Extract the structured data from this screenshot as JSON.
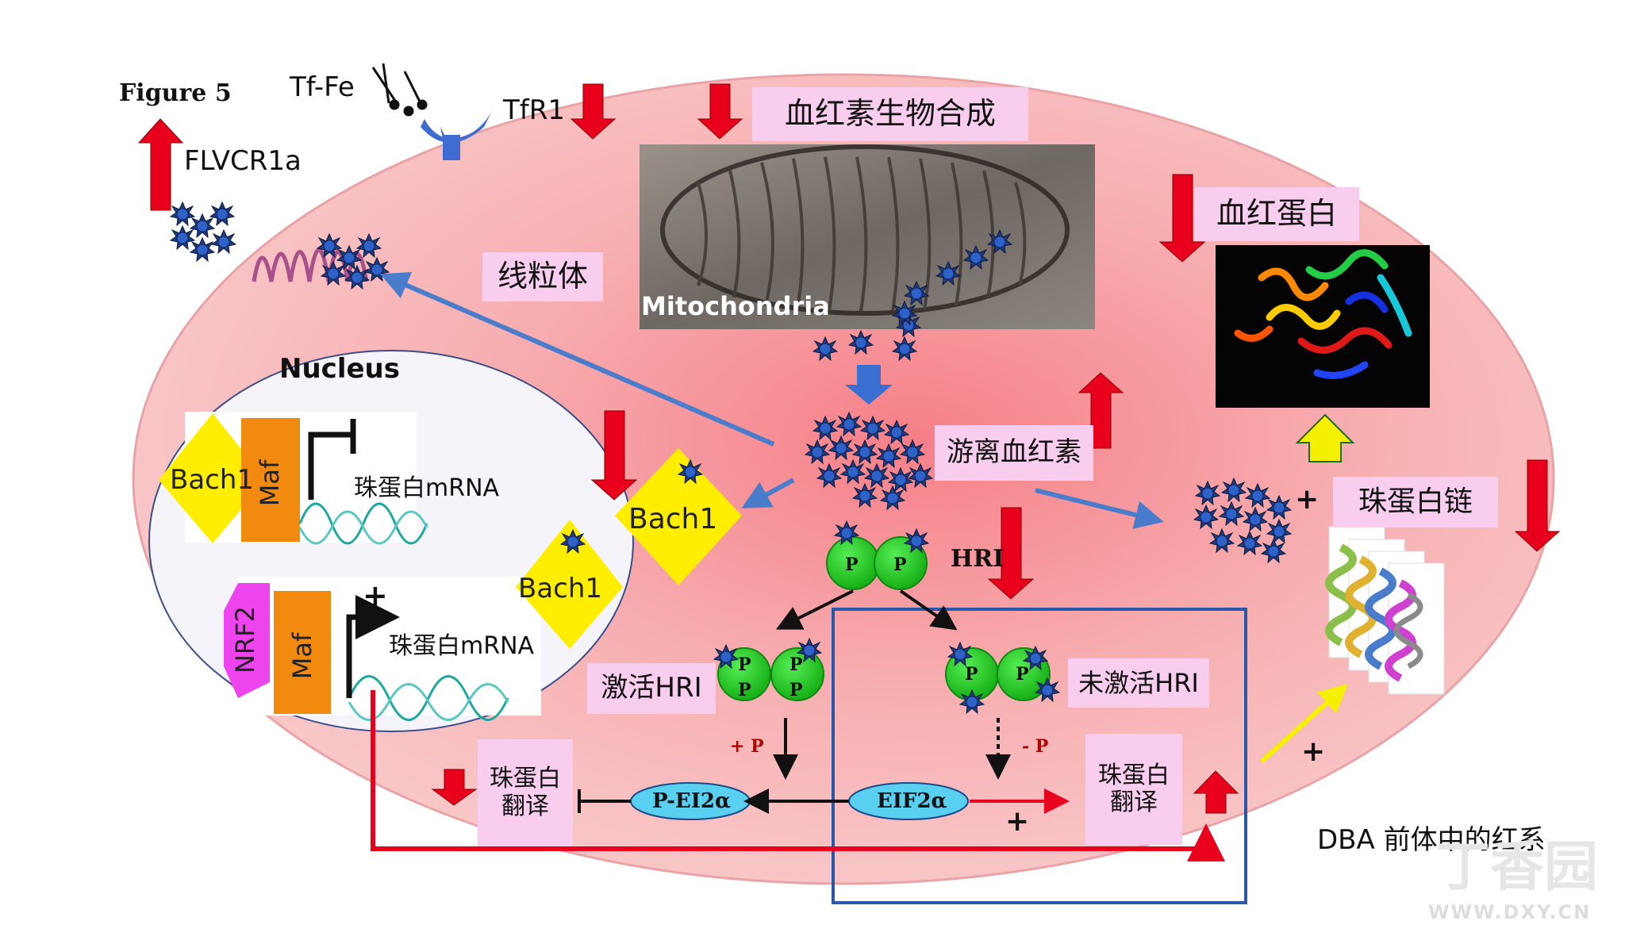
{
  "figure_label": "Figure 5",
  "transport": {
    "tf_fe": "Tf-Fe",
    "tfr1": "TfR1",
    "flvcr1a": "FLVCR1a"
  },
  "boxes": {
    "heme_synthesis": "血红素生物合成",
    "hemoglobin": "血红蛋白",
    "mitochondria_cn": "线粒体",
    "free_heme": "游离血红素",
    "globin_chain": "珠蛋白链",
    "active_hri": "激活HRI",
    "inactive_hri": "未激活HRI",
    "globin_translation_left_1": "珠蛋白",
    "globin_translation_left_2": "翻译",
    "globin_translation_right_1": "珠蛋白",
    "globin_translation_right_2": "翻译"
  },
  "mitochondria_label": "Mitochondria",
  "nucleus": {
    "title": "Nucleus",
    "gene1": {
      "bach1": "Bach1",
      "maf": "Maf",
      "mrna": "珠蛋白mRNA"
    },
    "gene2": {
      "nrf2": "NRF2",
      "maf": "Maf",
      "mrna": "珠蛋白mRNA",
      "plus": "+"
    },
    "bach1_outside": "Bach1"
  },
  "bach1_free": "Bach1",
  "hri_label": "HRI",
  "phospho_labels": {
    "plus_p": "+ P",
    "minus_p": "- P"
  },
  "eif": {
    "p_eif": "P-EI2α",
    "eif": "EIF2α"
  },
  "plus_signs": {
    "eif_plus": "+",
    "chain_plus": "+",
    "yellow_plus": "+"
  },
  "caption": "DBA 前体中的红系",
  "watermark": {
    "text": "丁香园",
    "url": "WWW.DXY.CN"
  },
  "colors": {
    "cell_fill": "#f4a7aa",
    "pink_box": "#f8cdee",
    "red_arrow": "#e8001c",
    "blue_arrow": "#4a7ccc",
    "heme_blue": "#1f4da0",
    "green_hri": "#22cc22",
    "bach1_yellow": "#ffee00",
    "maf_orange": "#f28a10",
    "nrf2_magenta": "#ee44ee",
    "eif_cyan": "#5ad0f0",
    "highlight_box": "#2a58a8"
  }
}
